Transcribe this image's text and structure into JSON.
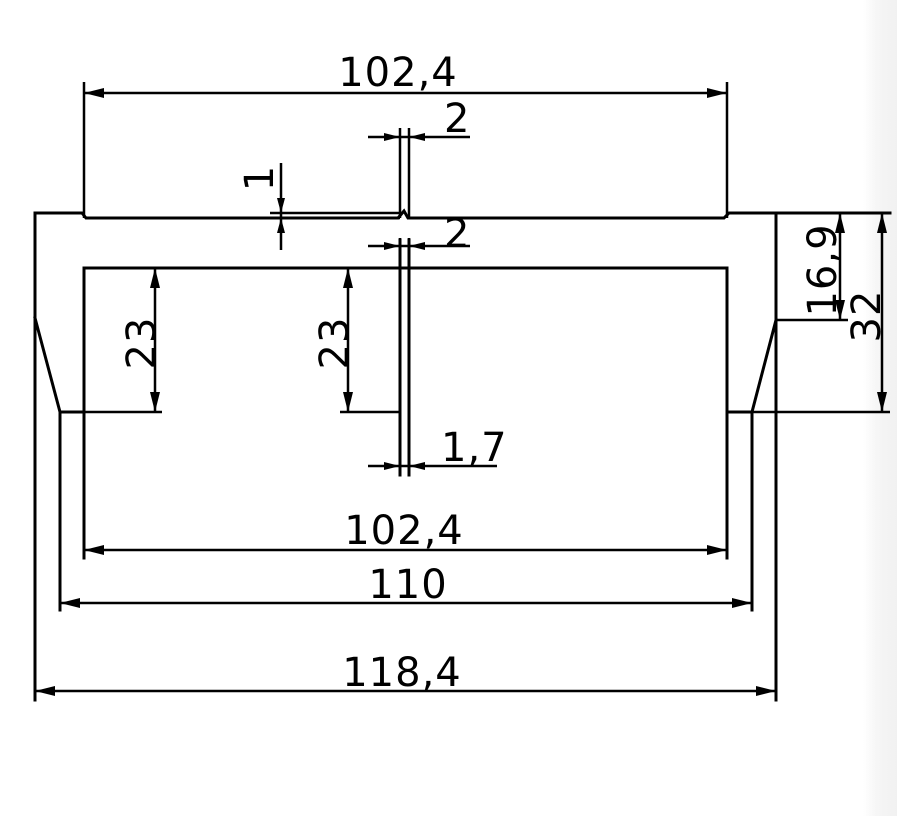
{
  "colors": {
    "line": "#000000",
    "background": "#ffffff"
  },
  "dimensions": {
    "top_width": "102,4",
    "slot_width_top": "2",
    "step_depth": "1",
    "slot_width_mid": "2",
    "left_leg_height": "23",
    "center_leg_height": "23",
    "rib_thickness": "1,7",
    "inner_width": "102,4",
    "mid_width": "110",
    "overall_width": "118,4",
    "upper_height": "16,9",
    "overall_height": "32"
  }
}
